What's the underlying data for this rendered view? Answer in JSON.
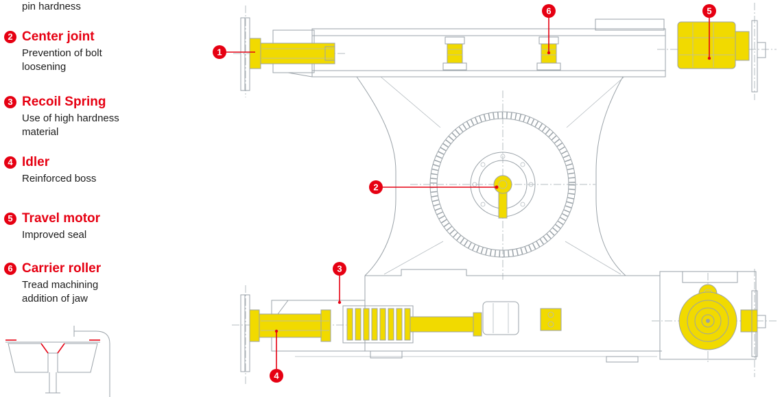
{
  "colors": {
    "accent_red": "#e60012",
    "highlight_yellow": "#f1da00",
    "line_gray": "#9aa2a8"
  },
  "legend": {
    "items": [
      {
        "number": "",
        "title": "",
        "desc": "pin hardness"
      },
      {
        "number": "2",
        "title": "Center joint",
        "desc": "Prevention of bolt loosening"
      },
      {
        "number": "3",
        "title": "Recoil Spring",
        "desc": "Use of high hardness material"
      },
      {
        "number": "4",
        "title": "Idler",
        "desc": "Reinforced boss"
      },
      {
        "number": "5",
        "title": "Travel motor",
        "desc": "Improved seal"
      },
      {
        "number": "6",
        "title": "Carrier roller",
        "desc": "Tread machining addition of jaw"
      }
    ]
  },
  "diagram": {
    "callouts": [
      "1",
      "2",
      "3",
      "4",
      "5",
      "6"
    ]
  }
}
